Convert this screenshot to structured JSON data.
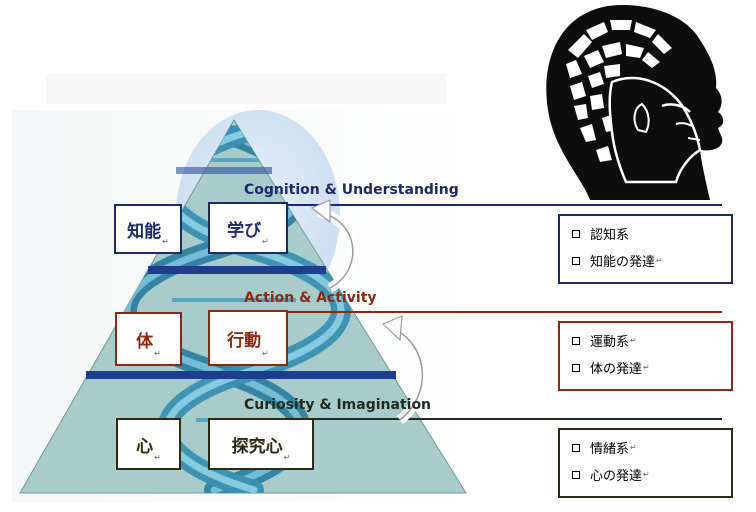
{
  "levels": [
    {
      "heading": "Cognition & Understanding",
      "heading_color": "#1a2a6b",
      "box_color": "#1a2a6b",
      "domain": "知能",
      "behavior": "学び",
      "items": [
        "認知系",
        "知能の発達"
      ]
    },
    {
      "heading": "Action & Activity",
      "heading_color": "#8b2a10",
      "box_color": "#8b2a10",
      "domain": "体",
      "behavior": "行動",
      "items": [
        "運動系",
        "体の発達"
      ]
    },
    {
      "heading": "Curiosity & Imagination",
      "heading_color": "#1e2a1e",
      "box_color": "#2e2a0e",
      "domain": "心",
      "behavior": "探究心",
      "items": [
        "情緒系",
        "心の発達"
      ]
    }
  ],
  "colors": {
    "pyramid_fill": "#a8cccc",
    "helix": "#3e8fae",
    "band": "#1e3d8f"
  },
  "icons": [
    "head-silhouette-icon",
    "curved-arrow-icon"
  ]
}
